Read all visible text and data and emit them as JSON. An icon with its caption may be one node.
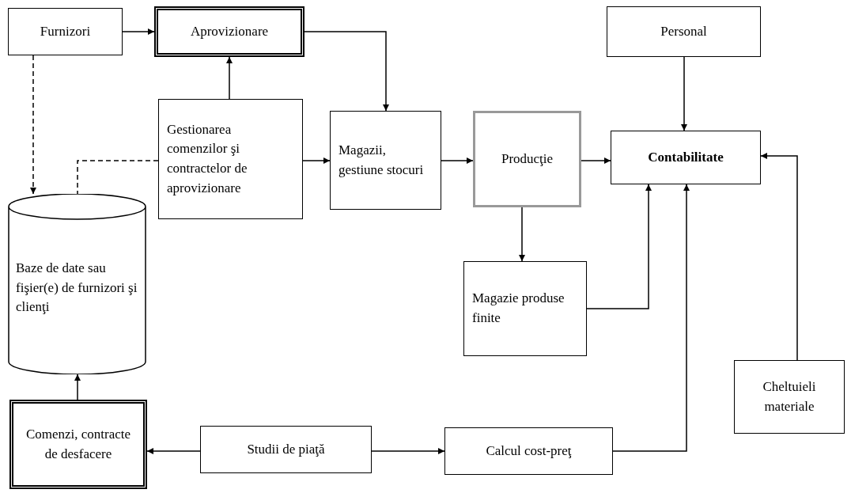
{
  "diagram": {
    "nodes": [
      {
        "text": [
          "Furnizori"
        ]
      },
      {
        "text": [
          "Aprovizionare"
        ]
      },
      {
        "text": [
          "Gestionarea comenzilor şi contractelor de aprovizionare"
        ]
      },
      {
        "text": [
          "Magazii, gestiune stocuri"
        ]
      },
      {
        "text": [
          "Producţie"
        ]
      },
      {
        "text": [
          "Contabilitate"
        ]
      },
      {
        "text": [
          "Personal"
        ]
      },
      {
        "text": [
          "Magazie produse finite"
        ]
      },
      {
        "text": [
          "Baze de date sau fişier(e) de furnizori şi clienţi"
        ]
      },
      {
        "text": [
          "Cheltuieli materiale"
        ]
      },
      {
        "text": [
          "Comenzi, contracte de desfacere"
        ]
      },
      {
        "text": [
          "Studii de piaţă"
        ]
      },
      {
        "text": [
          "Calcul cost-preţ"
        ]
      }
    ],
    "edges": [
      {
        "from": 0,
        "to": 1,
        "arrow": "to"
      },
      {
        "from": 0,
        "to": 8,
        "arrow": "to",
        "style": "dashed"
      },
      {
        "from": 2,
        "to": 1,
        "arrow": "to"
      },
      {
        "from": 2,
        "to": 8,
        "arrow": "none",
        "style": "dashed"
      },
      {
        "from": 1,
        "to": 3,
        "arrow": "to"
      },
      {
        "from": 2,
        "to": 3,
        "arrow": "to"
      },
      {
        "from": 3,
        "to": 4,
        "arrow": "to"
      },
      {
        "from": 4,
        "to": 5,
        "arrow": "to"
      },
      {
        "from": 6,
        "to": 5,
        "arrow": "to"
      },
      {
        "from": 4,
        "to": 7,
        "arrow": "to"
      },
      {
        "from": 7,
        "to": 5,
        "arrow": "to"
      },
      {
        "from": 9,
        "to": 5,
        "arrow": "to"
      },
      {
        "from": 12,
        "to": 5,
        "arrow": "to"
      },
      {
        "from": 11,
        "to": 10,
        "arrow": "to"
      },
      {
        "from": 11,
        "to": 12,
        "arrow": "to"
      },
      {
        "from": 10,
        "to": 8,
        "arrow": "to"
      }
    ]
  }
}
